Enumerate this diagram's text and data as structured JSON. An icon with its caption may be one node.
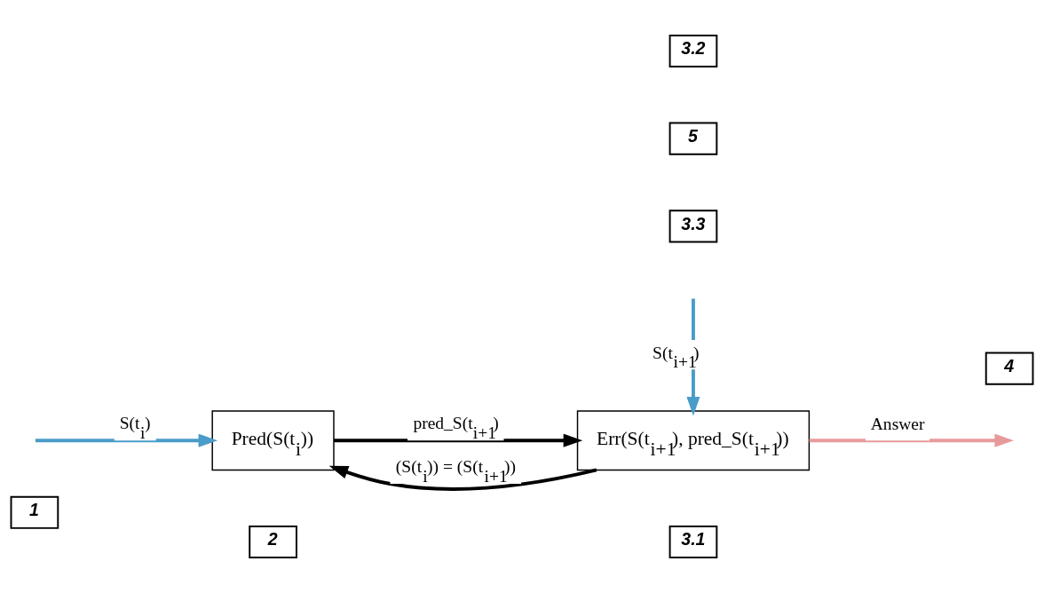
{
  "diagram": {
    "nodes": [
      {
        "text": [
          "2"
        ]
      },
      {
        "text": [
          "3.1"
        ]
      },
      {
        "text": [
          "1"
        ]
      },
      {
        "text": [
          "Pred(S(t$_{i}$))"
        ]
      },
      {
        "text": [
          "3.3"
        ]
      },
      {
        "text": [
          "4"
        ]
      },
      {
        "text": [
          "Err(S(t$_{i+1}$), pred_S(t$_{i+1}$))"
        ]
      },
      {
        "text": [
          "5"
        ]
      },
      {
        "text": [
          "3.2"
        ]
      }
    ],
    "edges": [
      {
        "from": null,
        "to": 3,
        "arrow": "to",
        "label": "S(t$_{i}$)",
        "color": "#4a9cc9"
      },
      {
        "from": 3,
        "to": 6,
        "arrow": "to",
        "label": "pred_S(t$_{i+1}$)",
        "color": "#000000"
      },
      {
        "from": 6,
        "to": 3,
        "arrow": "to",
        "label": "(S(t$_{i}$)) = (S(t$_{i+1}$))",
        "color": "#000000"
      },
      {
        "from": 6,
        "to": null,
        "arrow": "to",
        "label": "Answer",
        "color": "#e89a9a"
      },
      {
        "from": null,
        "to": 6,
        "arrow": "to",
        "label": "S(t$_{i+1}$)",
        "color": "#4a9cc9"
      }
    ]
  }
}
